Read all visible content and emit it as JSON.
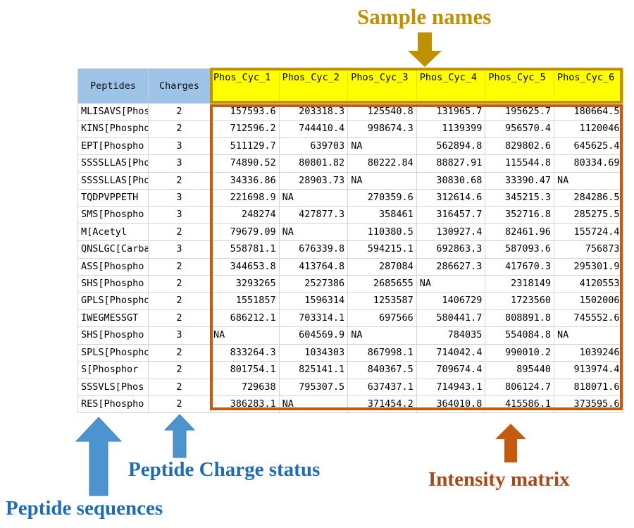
{
  "annotations": {
    "sample_names": "Sample names",
    "intensity_matrix": "Intensity matrix",
    "peptide_charge_status": "Peptide Charge status",
    "peptide_sequences": "Peptide sequences",
    "colors": {
      "sample_gold": "#bf9000",
      "intensity_orange": "#c55a11",
      "label_blue": "#1f6cb5",
      "header_blue": "#9dc3e6",
      "header_yellow": "#ffff00"
    }
  },
  "table": {
    "headers": {
      "peptides": "Peptides",
      "charges": "Charges",
      "samples": [
        "Phos_Cyc_1",
        "Phos_Cyc_2",
        "Phos_Cyc_3",
        "Phos_Cyc_4",
        "Phos_Cyc_5",
        "Phos_Cyc_6"
      ]
    },
    "rows": [
      {
        "peptide": "MLISAVS[Phospho",
        "charge": "2",
        "values": [
          "157593.6",
          "203318.3",
          "125540.8",
          "131965.7",
          "195625.7",
          "180664.5"
        ]
      },
      {
        "peptide": "KINS[Phospho",
        "charge": "2",
        "values": [
          "712596.2",
          "744410.4",
          "998674.3",
          "1139399",
          "956570.4",
          "1120046"
        ]
      },
      {
        "peptide": "EPT[Phospho",
        "charge": "3",
        "values": [
          "511129.7",
          "639703",
          "NA",
          "562894.8",
          "829802.6",
          "645625.4"
        ]
      },
      {
        "peptide": "SSSSLLAS[Phospho",
        "charge": "3",
        "values": [
          "74890.52",
          "80801.82",
          "80222.84",
          "88827.91",
          "115544.8",
          "80334.69"
        ]
      },
      {
        "peptide": "SSSSLLAS[Phospho",
        "charge": "2",
        "values": [
          "34336.86",
          "28903.73",
          "NA",
          "30830.68",
          "33390.47",
          "NA"
        ]
      },
      {
        "peptide": "TQDPVPPETH",
        "charge": "3",
        "values": [
          "221698.9",
          "NA",
          "270359.6",
          "312614.6",
          "345215.3",
          "284286.5"
        ]
      },
      {
        "peptide": "SMS[Phospho",
        "charge": "3",
        "values": [
          "248274",
          "427877.3",
          "358461",
          "316457.7",
          "352716.8",
          "285275.5"
        ]
      },
      {
        "peptide": "M[Acetyl",
        "charge": "2",
        "values": [
          "79679.09",
          "NA",
          "110380.5",
          "130927.4",
          "82461.96",
          "155724.4"
        ]
      },
      {
        "peptide": "QNSLGC[Carbamid",
        "charge": "3",
        "values": [
          "558781.1",
          "676339.8",
          "594215.1",
          "692863.3",
          "587093.6",
          "756873"
        ]
      },
      {
        "peptide": "ASS[Phospho",
        "charge": "2",
        "values": [
          "344653.8",
          "413764.8",
          "287084",
          "286627.3",
          "417670.3",
          "295301.9"
        ]
      },
      {
        "peptide": "SHS[Phospho",
        "charge": "2",
        "values": [
          "3293265",
          "2527386",
          "2685655",
          "NA",
          "2318149",
          "4120553"
        ]
      },
      {
        "peptide": "GPLS[Phospho",
        "charge": "2",
        "values": [
          "1551857",
          "1596314",
          "1253587",
          "1406729",
          "1723560",
          "1502006"
        ]
      },
      {
        "peptide": "IWEGMESSGT",
        "charge": "2",
        "values": [
          "686212.1",
          "703314.1",
          "697566",
          "580441.7",
          "808891.8",
          "745552.6"
        ]
      },
      {
        "peptide": "SHS[Phospho",
        "charge": "3",
        "values": [
          "NA",
          "604569.9",
          "NA",
          "784035",
          "554084.8",
          "NA"
        ]
      },
      {
        "peptide": "SPLS[Phospho",
        "charge": "2",
        "values": [
          "833264.3",
          "1034303",
          "867998.1",
          "714042.4",
          "990010.2",
          "1039246"
        ]
      },
      {
        "peptide": "S[Phosphor",
        "charge": "2",
        "values": [
          "801754.1",
          "825141.1",
          "840367.5",
          "709674.4",
          "895440",
          "913974.4"
        ]
      },
      {
        "peptide": "SSSVLS[Phos",
        "charge": "2",
        "values": [
          "729638",
          "795307.5",
          "637437.1",
          "714943.1",
          "806124.7",
          "818071.6"
        ]
      },
      {
        "peptide": "RES[Phospho",
        "charge": "2",
        "values": [
          "386283.1",
          "NA",
          "371454.2",
          "364010.8",
          "415586.1",
          "373595.6"
        ]
      }
    ]
  },
  "icons": {
    "arrow_down_sample": "arrow-down-icon",
    "arrow_up_intensity": "arrow-up-icon",
    "arrow_up_charge": "arrow-up-icon",
    "arrow_up_sequences": "arrow-up-icon"
  }
}
